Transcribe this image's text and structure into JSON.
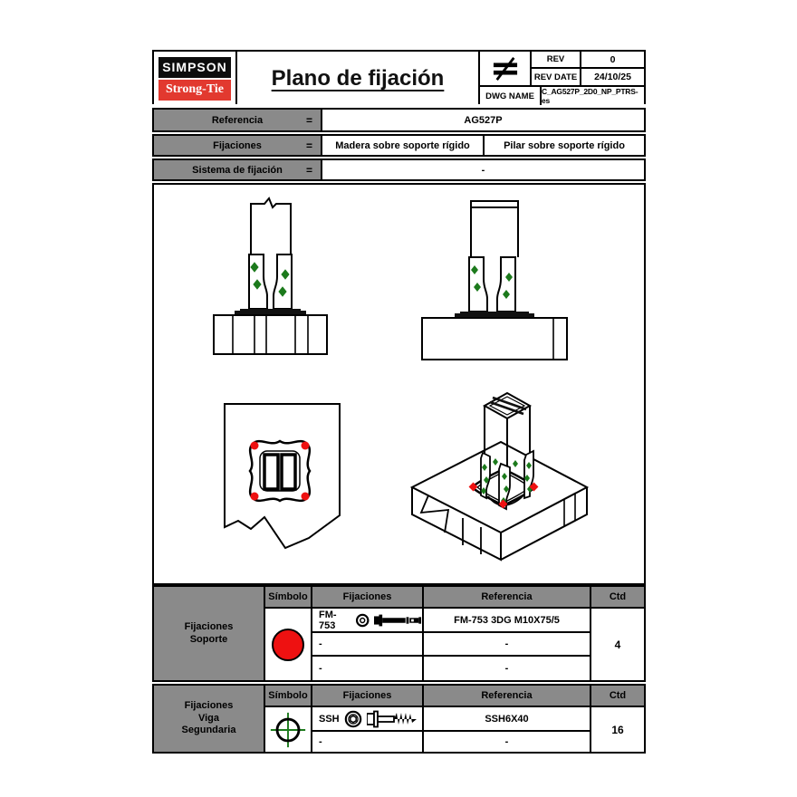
{
  "header": {
    "logo_line1": "SIMPSON",
    "logo_line2": "Strong-Tie",
    "title": "Plano de fijación",
    "rev_label": "REV",
    "rev_value": "0",
    "rev_date_label": "REV DATE",
    "rev_date_value": "24/10/25",
    "dwg_name_label": "DWG NAME",
    "dwg_name_value": "C_AG527P_2D0_NP_PTRS-es"
  },
  "info": {
    "equals": "=",
    "referencia_label": "Referencia",
    "referencia_value": "AG527P",
    "fijaciones_label": "Fijaciones",
    "fijaciones_value_1": "Madera sobre soporte rígido",
    "fijaciones_value_2": "Pilar sobre soporte rígido",
    "sistema_label": "Sistema de fijación",
    "sistema_value": "-"
  },
  "support": {
    "group_label": "Fijaciones\nSoporte",
    "headers": {
      "simbolo": "Símbolo",
      "fijaciones": "Fijaciones",
      "referencia": "Referencia",
      "ctd": "Ctd"
    },
    "symbol": "red-circle",
    "rows": [
      {
        "fijaciones": "FM-753",
        "referencia": "FM-753 3DG M10X75/5"
      },
      {
        "fijaciones": "-",
        "referencia": "-"
      },
      {
        "fijaciones": "-",
        "referencia": "-"
      }
    ],
    "ctd": "4"
  },
  "beam": {
    "group_label": "Fijaciones\nViga\nSegundaria",
    "headers": {
      "simbolo": "Símbolo",
      "fijaciones": "Fijaciones",
      "referencia": "Referencia",
      "ctd": "Ctd"
    },
    "symbol": "green-crosshair",
    "rows": [
      {
        "fijaciones": "SSH",
        "referencia": "SSH6X40"
      },
      {
        "fijaciones": "-",
        "referencia": "-"
      }
    ],
    "ctd": "16"
  },
  "colors": {
    "logo_red": "#e2392f",
    "anchor_red": "#ee1111",
    "marker_green": "#1c7a1c",
    "cell_gray": "#8a8a8a"
  }
}
